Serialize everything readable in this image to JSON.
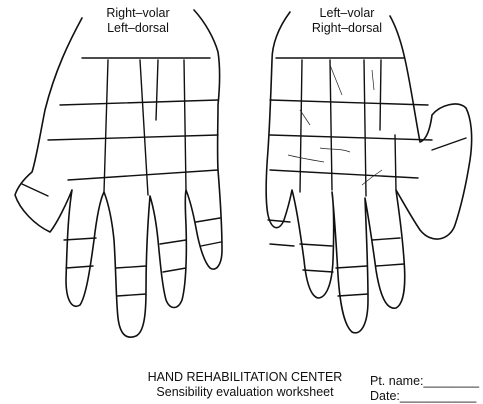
{
  "left_hand": {
    "label_line1": "Right–volar",
    "label_line2": "Left–dorsal"
  },
  "right_hand": {
    "label_line1": "Left–volar",
    "label_line2": "Right–dorsal"
  },
  "footer": {
    "center_name": "HAND REHABILITATION CENTER",
    "worksheet_title": "Sensibility evaluation worksheet"
  },
  "patient": {
    "name_label": "Pt. name:________",
    "date_label": "Date:___________"
  }
}
